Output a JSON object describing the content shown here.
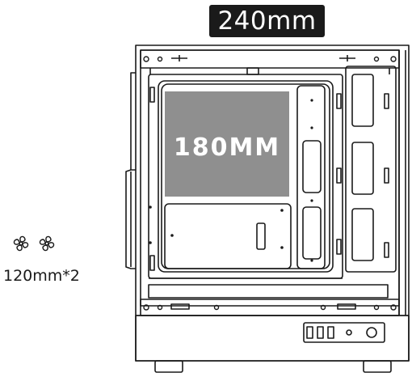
{
  "top_label": "240mm",
  "radiator_label": "180MM",
  "fan_label": "120mm*2",
  "icons": {
    "fan": "fan-icon"
  },
  "colors": {
    "line": "#1a1a1a",
    "radiator_zone": "#8f8f8f",
    "badge_bg": "#1a1a1a",
    "badge_text": "#ffffff"
  }
}
